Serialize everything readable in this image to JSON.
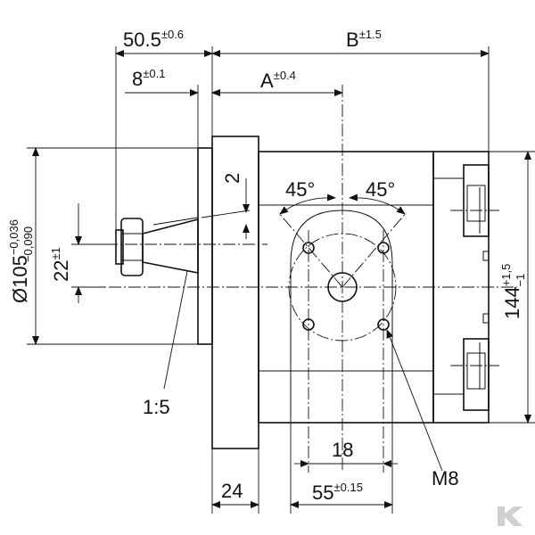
{
  "dimensions": {
    "width_50_5": {
      "value": "50.5",
      "tol": "±0.6"
    },
    "B": {
      "value": "B",
      "tol": "±1.5"
    },
    "dim_8": {
      "value": "8",
      "tol": "±0.1"
    },
    "A": {
      "value": "A",
      "tol": "±0.4"
    },
    "angle_left": "45°",
    "angle_right": "45°",
    "gap_2": "2",
    "dim_22": {
      "value": "22",
      "tol": "±1"
    },
    "dia_105": {
      "value": "Ø105",
      "upper": "−0,036",
      "lower": "−0,090"
    },
    "height_144": {
      "value": "144",
      "upper": "+1,5",
      "lower": "−1"
    },
    "taper": "1:5",
    "spacing_18": "18",
    "width_24": "24",
    "spacing_55": {
      "value": "55",
      "tol": "±0.15"
    },
    "thread": "M8"
  },
  "watermark": {
    "icon": "brand-logo-icon",
    "color": "#d0d0d0"
  }
}
